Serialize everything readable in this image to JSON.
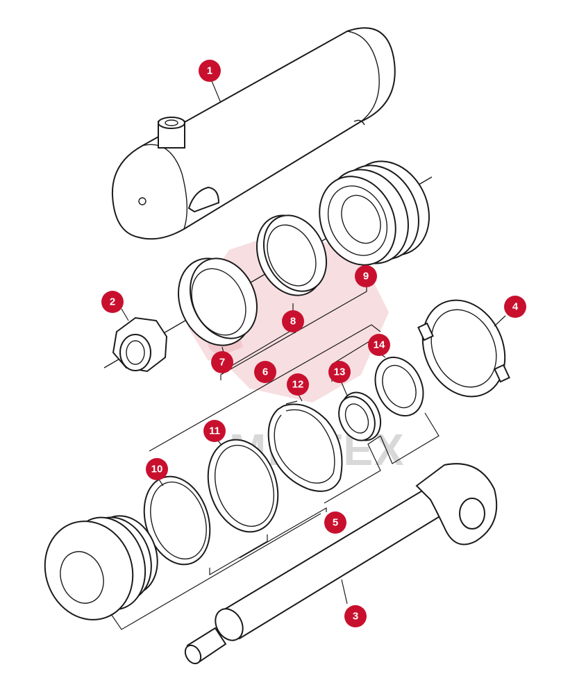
{
  "watermark": {
    "text": "MINTEX"
  },
  "callouts": [
    {
      "id": "c1",
      "label": "1"
    },
    {
      "id": "c2",
      "label": "2"
    },
    {
      "id": "c3",
      "label": "3"
    },
    {
      "id": "c4",
      "label": "4"
    },
    {
      "id": "c5",
      "label": "5"
    },
    {
      "id": "c6",
      "label": "6"
    },
    {
      "id": "c7",
      "label": "7"
    },
    {
      "id": "c8",
      "label": "8"
    },
    {
      "id": "c9",
      "label": "9"
    },
    {
      "id": "c10",
      "label": "10"
    },
    {
      "id": "c11",
      "label": "11"
    },
    {
      "id": "c12",
      "label": "12"
    },
    {
      "id": "c13",
      "label": "13"
    },
    {
      "id": "c14",
      "label": "14"
    }
  ],
  "colors": {
    "badge": "#c8102e",
    "line": "#1a1a1a",
    "watermark": "#e8a0a8"
  }
}
